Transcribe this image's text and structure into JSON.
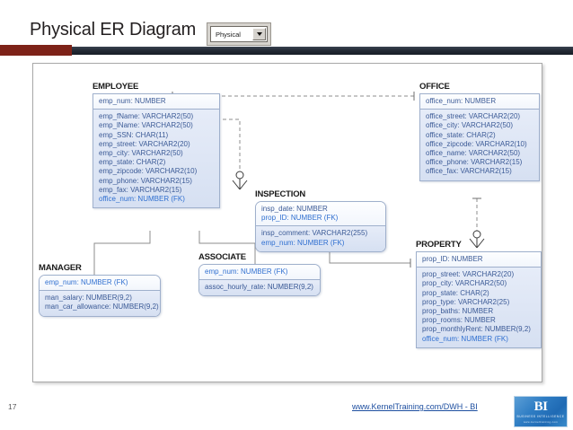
{
  "slide": {
    "title": "Physical ER Diagram",
    "number": "17",
    "footer_link": "www.KernelTraining.com/DWH - BI"
  },
  "mode_selector": {
    "value": "Physical",
    "arrow_icon": "chevron-down-icon"
  },
  "logo": {
    "mark": "BI",
    "subtitle": "BUSINESS INTELLIGENCE",
    "url": "www.kerneltraining.com"
  },
  "diagram": {
    "entities": [
      {
        "id": "employee",
        "name": "EMPLOYEE",
        "shape": "square",
        "keys": [
          "emp_num: NUMBER"
        ],
        "attributes": [
          "emp_fName: VARCHAR2(50)",
          "emp_lName: VARCHAR2(50)",
          "emp_SSN: CHAR(11)",
          "emp_street: VARCHAR2(20)",
          "emp_city: VARCHAR2(50)",
          "emp_state: CHAR(2)",
          "emp_zipcode: VARCHAR2(10)",
          "emp_phone: VARCHAR2(15)",
          "emp_fax: VARCHAR2(15)",
          "office_num: NUMBER (FK)"
        ],
        "fk_attributes": [
          "office_num: NUMBER (FK)"
        ]
      },
      {
        "id": "office",
        "name": "OFFICE",
        "shape": "square",
        "keys": [
          "office_num: NUMBER"
        ],
        "attributes": [
          "office_street: VARCHAR2(20)",
          "office_city: VARCHAR2(50)",
          "office_state: CHAR(2)",
          "office_zipcode: VARCHAR2(10)",
          "office_name: VARCHAR2(50)",
          "office_phone: VARCHAR2(15)",
          "office_fax: VARCHAR2(15)"
        ],
        "fk_attributes": []
      },
      {
        "id": "inspection",
        "name": "INSPECTION",
        "shape": "rounded",
        "keys": [
          "insp_date: NUMBER",
          "prop_ID: NUMBER (FK)"
        ],
        "attributes": [
          "insp_comment: VARCHAR2(255)",
          "emp_num: NUMBER (FK)"
        ],
        "fk_attributes": [
          "prop_ID: NUMBER (FK)",
          "emp_num: NUMBER (FK)"
        ]
      },
      {
        "id": "property",
        "name": "PROPERTY",
        "shape": "square",
        "keys": [
          "prop_ID: NUMBER"
        ],
        "attributes": [
          "prop_street: VARCHAR2(20)",
          "prop_city: VARCHAR2(50)",
          "prop_state: CHAR(2)",
          "prop_type: VARCHAR2(25)",
          "prop_baths: NUMBER",
          "prop_rooms: NUMBER",
          "prop_monthlyRent: NUMBER(9,2)",
          "office_num: NUMBER (FK)"
        ],
        "fk_attributes": [
          "office_num: NUMBER (FK)"
        ]
      },
      {
        "id": "manager",
        "name": "MANAGER",
        "shape": "rounded",
        "keys": [
          "emp_num: NUMBER (FK)"
        ],
        "attributes": [
          "man_salary: NUMBER(9,2)",
          "man_car_allowance: NUMBER(9,2)"
        ],
        "fk_attributes": [
          "emp_num: NUMBER (FK)"
        ]
      },
      {
        "id": "associate",
        "name": "ASSOCIATE",
        "shape": "rounded",
        "keys": [
          "emp_num: NUMBER (FK)"
        ],
        "attributes": [
          "assoc_hourly_rate: NUMBER(9,2)"
        ],
        "fk_attributes": [
          "emp_num: NUMBER (FK)"
        ]
      }
    ],
    "relationships": [
      {
        "from": "office",
        "to": "employee",
        "style": "dashed",
        "notation": "crows-foot"
      },
      {
        "from": "employee",
        "to": "inspection",
        "style": "dashed",
        "notation": "crows-foot"
      },
      {
        "from": "property",
        "to": "inspection",
        "style": "solid",
        "notation": "crows-foot"
      },
      {
        "from": "office",
        "to": "property",
        "style": "dashed",
        "notation": "crows-foot"
      },
      {
        "from": "employee",
        "to": "manager",
        "style": "solid",
        "notation": "subtype"
      },
      {
        "from": "employee",
        "to": "associate",
        "style": "solid",
        "notation": "subtype"
      }
    ]
  },
  "colors": {
    "accent_red": "#7d2218",
    "header_bar": "#242b36",
    "entity_border": "#9fb0cc",
    "attr_text": "#3b5a96",
    "link": "#1e4fa0",
    "logo_blue": "#2f7dc4"
  }
}
